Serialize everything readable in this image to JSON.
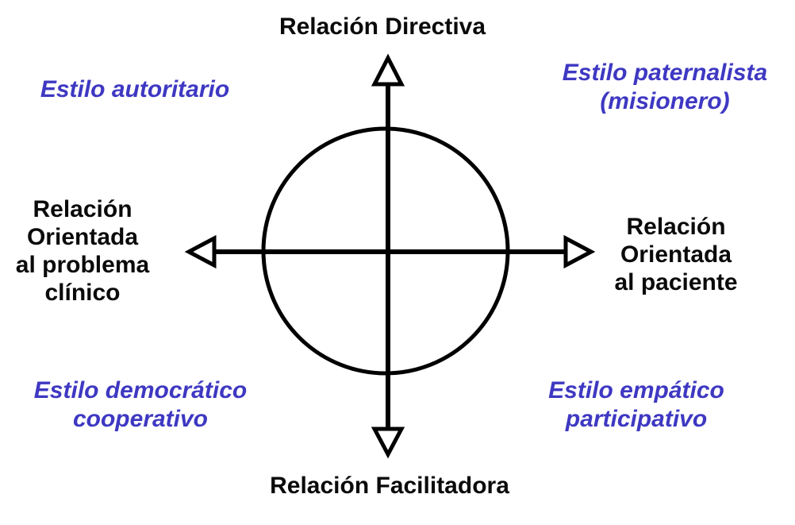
{
  "diagram": {
    "axis_labels": {
      "top": "Relación Directiva",
      "bottom": "Relación Facilitadora",
      "left_lines": [
        "Relación",
        "Orientada",
        "al problema",
        "clínico"
      ],
      "right_lines": [
        "Relación",
        "Orientada",
        "al paciente"
      ]
    },
    "quadrant_labels": {
      "top_left": "Estilo autoritario",
      "top_right_lines": [
        "Estilo paternalista",
        "(misionero)"
      ],
      "bottom_left_lines": [
        "Estilo democrático",
        "cooperativo"
      ],
      "bottom_right_lines": [
        "Estilo empático",
        "participativo"
      ]
    },
    "colors": {
      "axis_text": "#0a0a0a",
      "style_text": "#3e38c2",
      "line": "#000000",
      "background": "#ffffff"
    }
  }
}
